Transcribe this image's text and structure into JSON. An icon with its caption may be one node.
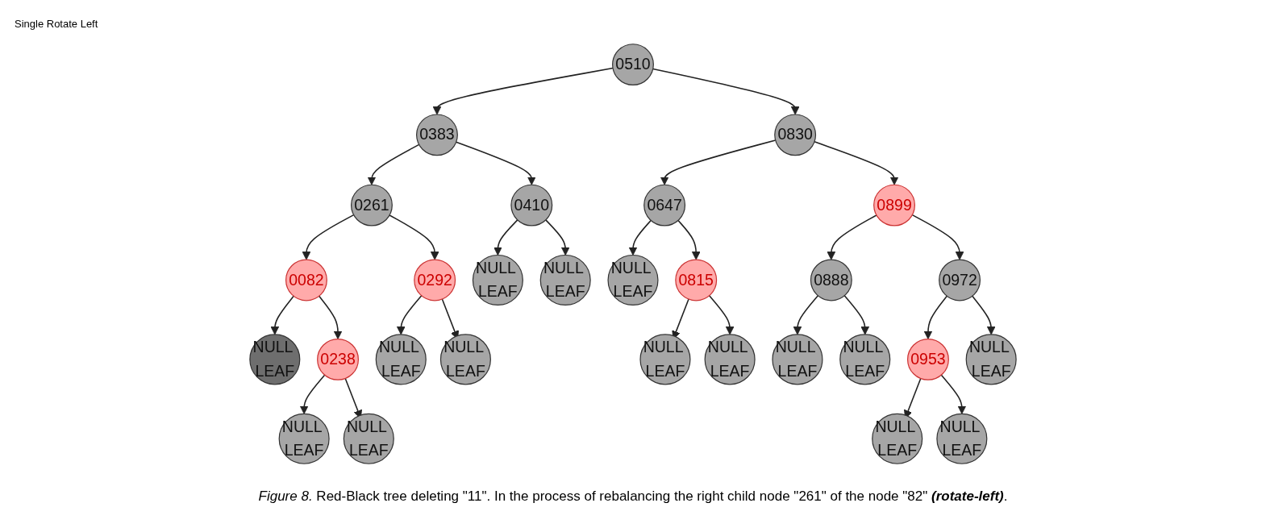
{
  "diagram": {
    "title": "Single Rotate Left",
    "caption": "*Figure 8.* Red-Black tree deleting \"11\". In the process of rebalancing the right child node \"261\" of the node \"82\" **(rotate-left)**.",
    "nodes": [
      {
        "text": [
          "0510"
        ]
      },
      {
        "text": [
          "0383"
        ]
      },
      {
        "text": [
          "0830"
        ]
      },
      {
        "text": [
          "0261"
        ]
      },
      {
        "text": [
          "0410"
        ]
      },
      {
        "text": [
          "0647"
        ]
      },
      {
        "text": [
          "0899"
        ]
      },
      {
        "text": [
          "0082"
        ]
      },
      {
        "text": [
          "0292"
        ]
      },
      {
        "text": [
          "NULL LEAF"
        ]
      },
      {
        "text": [
          "NULL LEAF"
        ]
      },
      {
        "text": [
          "NULL LEAF"
        ]
      },
      {
        "text": [
          "0815"
        ]
      },
      {
        "text": [
          "0888"
        ]
      },
      {
        "text": [
          "0972"
        ]
      },
      {
        "text": [
          "NULL LEAF"
        ]
      },
      {
        "text": [
          "0238"
        ]
      },
      {
        "text": [
          "NULL LEAF"
        ]
      },
      {
        "text": [
          "NULL LEAF"
        ]
      },
      {
        "text": [
          "NULL LEAF"
        ]
      },
      {
        "text": [
          "NULL LEAF"
        ]
      },
      {
        "text": [
          "NULL LEAF"
        ]
      },
      {
        "text": [
          "NULL LEAF"
        ]
      },
      {
        "text": [
          "0953"
        ]
      },
      {
        "text": [
          "NULL LEAF"
        ]
      },
      {
        "text": [
          "NULL LEAF"
        ]
      },
      {
        "text": [
          "NULL LEAF"
        ]
      },
      {
        "text": [
          "NULL LEAF"
        ]
      },
      {
        "text": [
          "NULL LEAF"
        ]
      }
    ],
    "edges": [
      {
        "from": 0,
        "to": 1,
        "arrow": "to"
      },
      {
        "from": 0,
        "to": 2,
        "arrow": "to"
      },
      {
        "from": 1,
        "to": 3,
        "arrow": "to"
      },
      {
        "from": 1,
        "to": 4,
        "arrow": "to"
      },
      {
        "from": 2,
        "to": 5,
        "arrow": "to"
      },
      {
        "from": 2,
        "to": 6,
        "arrow": "to"
      },
      {
        "from": 3,
        "to": 7,
        "arrow": "to"
      },
      {
        "from": 3,
        "to": 8,
        "arrow": "to"
      },
      {
        "from": 4,
        "to": 9,
        "arrow": "to"
      },
      {
        "from": 4,
        "to": 10,
        "arrow": "to"
      },
      {
        "from": 5,
        "to": 11,
        "arrow": "to"
      },
      {
        "from": 5,
        "to": 12,
        "arrow": "to"
      },
      {
        "from": 6,
        "to": 13,
        "arrow": "to"
      },
      {
        "from": 6,
        "to": 14,
        "arrow": "to"
      },
      {
        "from": 7,
        "to": 15,
        "arrow": "to"
      },
      {
        "from": 7,
        "to": 16,
        "arrow": "to"
      },
      {
        "from": 8,
        "to": 17,
        "arrow": "to"
      },
      {
        "from": 8,
        "to": 18,
        "arrow": "to"
      },
      {
        "from": 12,
        "to": 19,
        "arrow": "to"
      },
      {
        "from": 12,
        "to": 20,
        "arrow": "to"
      },
      {
        "from": 13,
        "to": 21,
        "arrow": "to"
      },
      {
        "from": 13,
        "to": 22,
        "arrow": "to"
      },
      {
        "from": 14,
        "to": 23,
        "arrow": "to"
      },
      {
        "from": 14,
        "to": 24,
        "arrow": "to"
      },
      {
        "from": 16,
        "to": 25,
        "arrow": "to"
      },
      {
        "from": 16,
        "to": 26,
        "arrow": "to"
      },
      {
        "from": 23,
        "to": 27,
        "arrow": "to"
      },
      {
        "from": 23,
        "to": 28,
        "arrow": "to"
      }
    ]
  }
}
